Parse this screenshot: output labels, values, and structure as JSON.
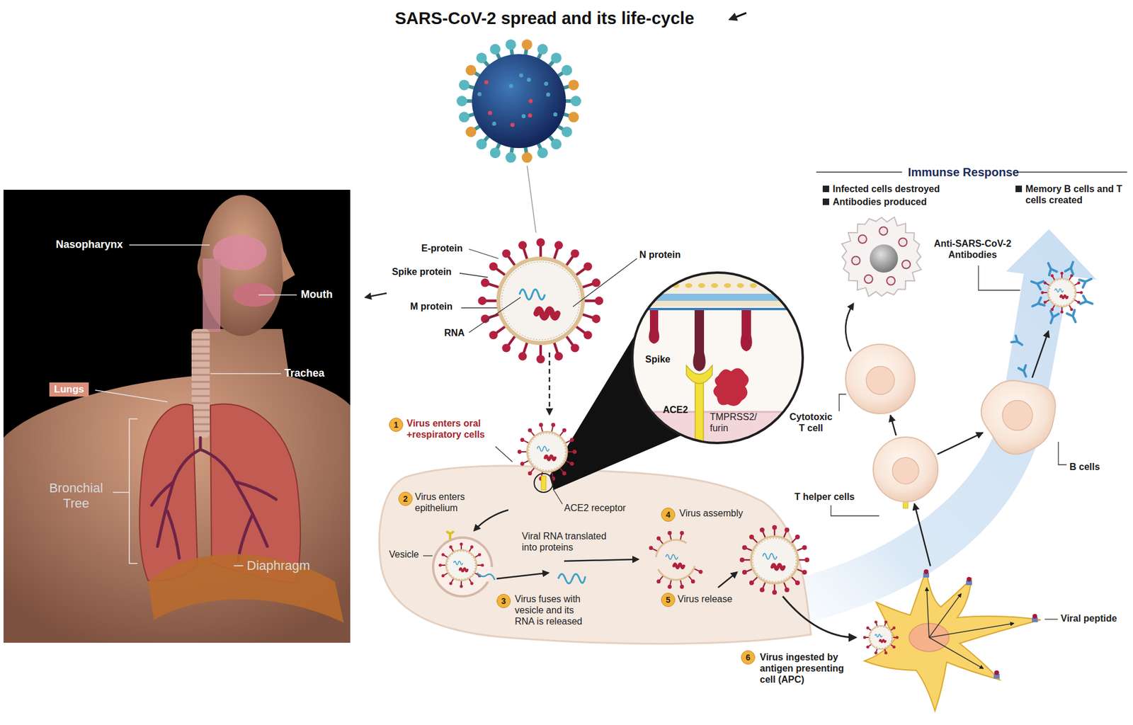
{
  "diagram": {
    "title": "SARS-CoV-2 spread and its life-cycle",
    "nodes": [
      {
        "text": [
          "Anti-SARS-CoV-2 Antibodies"
        ]
      },
      {
        "text": [
          "Cytotoxic T cell"
        ]
      },
      {
        "text": [
          "T helper cells"
        ]
      },
      {
        "text": [
          "B cells"
        ]
      },
      {
        "text": [
          "Virus ingested by antigen presenting cell (APC)"
        ]
      }
    ],
    "edges": [
      {
        "from": 4,
        "to": 2,
        "arrow": "to"
      },
      {
        "from": 2,
        "to": 1,
        "arrow": "to"
      },
      {
        "from": 2,
        "to": 3,
        "arrow": "to"
      },
      {
        "from": 3,
        "to": 0,
        "arrow": "to"
      }
    ],
    "labels": [
      "Nasopharynx",
      "Mouth",
      "Trachea",
      "Lungs",
      "Bronchial Tree",
      "Diaphragm",
      "E-protein",
      "Spike protein",
      "M protein",
      "RNA",
      "N protein",
      "Spike",
      "ACE2",
      "TMPRSS2/ furin",
      "1",
      "Virus enters oral +respiratory cells",
      "ACE2 receptor",
      "2",
      "Virus enters epithelium",
      "Vesicle",
      "Viral RNA translated into proteins",
      "3",
      "Virus fuses with vesicle and its RNA is released",
      "4",
      "Virus assembly",
      "5",
      "Virus release",
      "6",
      "Viral peptide",
      "Immunse Response",
      "Infected cells destroyed",
      "Antibodies produced",
      "Memory B cells and T cells created"
    ]
  }
}
